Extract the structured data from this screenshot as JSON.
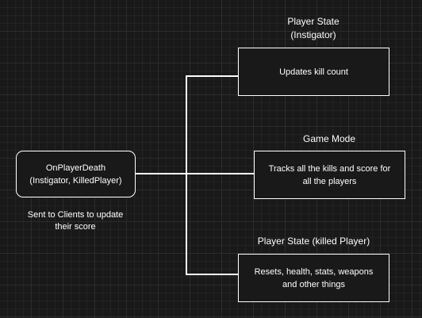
{
  "source_node": {
    "lines": [
      "OnPlayerDeath",
      "(Instigator, KilledPlayer)"
    ],
    "note_lines": [
      "Sent to Clients to update",
      "their score"
    ]
  },
  "targets": [
    {
      "title_lines": [
        "Player State",
        "(Instigator)"
      ],
      "body_lines": [
        "Updates kill count"
      ]
    },
    {
      "title_lines": [
        "Game Mode"
      ],
      "body_lines": [
        "Tracks all the kills and score for",
        "all the players"
      ]
    },
    {
      "title_lines": [
        "Player State (killed Player)"
      ],
      "body_lines": [
        "Resets, health, stats, weapons",
        "and other things"
      ]
    }
  ],
  "colors": {
    "background": "#191919",
    "grid": "#2c2c2c",
    "stroke": "#ffffff",
    "text": "#ffffff"
  }
}
